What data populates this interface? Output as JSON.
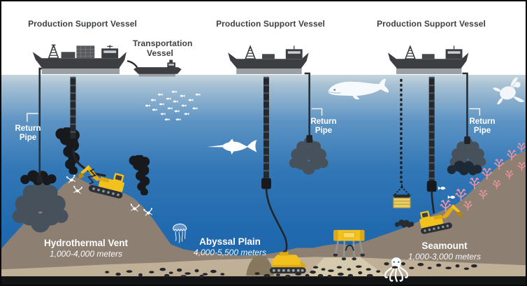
{
  "labels": {
    "production_support_vessel": "Production Support Vessel",
    "transportation_vessel": "Transportation Vessel",
    "return_pipe": "Return Pipe"
  },
  "zones": [
    {
      "name": "Hydrothermal Vent",
      "depth_range": "1,000-4,000 meters"
    },
    {
      "name": "Abyssal Plain",
      "depth_range": "4,000-5,500 meters"
    },
    {
      "name": "Seamount",
      "depth_range": "1,000-3,000 meters"
    }
  ],
  "icons": {
    "vessels": [
      "production-support-vessel-icon",
      "transportation-vessel-icon"
    ],
    "equipment": [
      "riser-pipe-icon",
      "return-pipe-icon",
      "sediment-plume-icon",
      "black-smoker-icon",
      "excavator-icon",
      "nodule-collector-icon",
      "seafloor-lander-icon",
      "ore-basket-icon",
      "lift-chain-icon"
    ],
    "fauna": [
      "fish-school-icon",
      "whale-icon",
      "swordfish-icon",
      "sea-turtle-icon",
      "jellyfish-icon",
      "octopus-icon",
      "vent-crab-icon",
      "coral-icon"
    ]
  },
  "colors": {
    "water_surface": "#c6d5de",
    "water_deep": "#2166a9",
    "seafloor_back": "#8d8073",
    "seafloor_front": "#bfb097",
    "equipment_yellow": "#f3c11e",
    "coral_pink": "#ee93a2",
    "vessel_dark": "#3c3e41",
    "plume_gray": "#46515b",
    "smoke_black": "#17191c",
    "label_dark": "#3e4043",
    "label_light": "#ffffff"
  }
}
